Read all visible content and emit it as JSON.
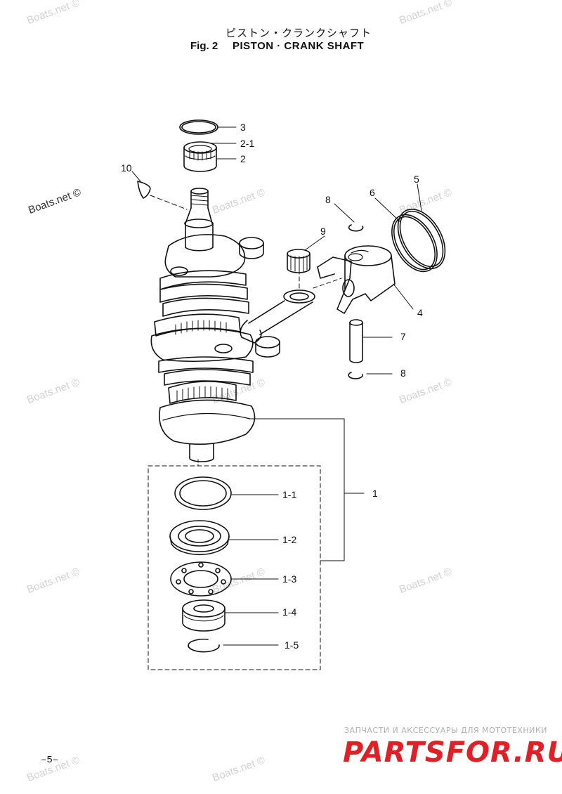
{
  "title": {
    "japanese": "ピストン・クランクシャフト",
    "fig_label": "Fig. 2",
    "english": "PISTON · CRANK SHAFT"
  },
  "callouts": [
    {
      "id": "c-3",
      "text": "3"
    },
    {
      "id": "c-2-1",
      "text": "2-1"
    },
    {
      "id": "c-2",
      "text": "2"
    },
    {
      "id": "c-10",
      "text": "10"
    },
    {
      "id": "c-5",
      "text": "5"
    },
    {
      "id": "c-6",
      "text": "6"
    },
    {
      "id": "c-8a",
      "text": "8"
    },
    {
      "id": "c-9",
      "text": "9"
    },
    {
      "id": "c-4",
      "text": "4"
    },
    {
      "id": "c-7",
      "text": "7"
    },
    {
      "id": "c-8b",
      "text": "8"
    },
    {
      "id": "c-1",
      "text": "1"
    },
    {
      "id": "c-1-1",
      "text": "1-1"
    },
    {
      "id": "c-1-2",
      "text": "1-2"
    },
    {
      "id": "c-1-3",
      "text": "1-3"
    },
    {
      "id": "c-1-4",
      "text": "1-4"
    },
    {
      "id": "c-1-5",
      "text": "1-5"
    }
  ],
  "watermark": "Boats.net ©",
  "page_number": "–5–",
  "brand": {
    "tagline": "ЗАПЧАСТИ И АКСЕССУАРЫ ДЛЯ МОТОТЕХНИКИ",
    "name": "PARTSFOR.RU",
    "color": "#e31e24"
  }
}
